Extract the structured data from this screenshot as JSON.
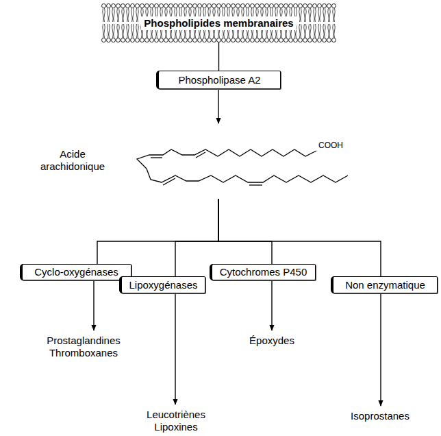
{
  "diagram": {
    "nodes": [
      {
        "text": [
          "Phospholipides membranaires"
        ]
      },
      {
        "text": [
          "Phospholipase A2"
        ]
      },
      {
        "text": [
          "Acide arachidonique"
        ]
      },
      {
        "text": [
          "Cyclo-oxygénases"
        ]
      },
      {
        "text": [
          "Lipoxygénases"
        ]
      },
      {
        "text": [
          "Cytochromes P450"
        ]
      },
      {
        "text": [
          "Non enzymatique"
        ]
      },
      {
        "text": [
          "Prostaglandines Thromboxanes"
        ]
      },
      {
        "text": [
          "Leucotriènes Lipoxines"
        ]
      },
      {
        "text": [
          "Époxydes"
        ]
      },
      {
        "text": [
          "Isoprostanes"
        ]
      }
    ],
    "edges": [
      {
        "from": 0,
        "to": 1,
        "arrow": "none"
      },
      {
        "from": 1,
        "to": 2,
        "arrow": "to"
      },
      {
        "from": 2,
        "to": 3,
        "arrow": "none"
      },
      {
        "from": 2,
        "to": 4,
        "arrow": "none"
      },
      {
        "from": 2,
        "to": 5,
        "arrow": "none"
      },
      {
        "from": 2,
        "to": 6,
        "arrow": "none"
      },
      {
        "from": 3,
        "to": 7,
        "arrow": "to"
      },
      {
        "from": 4,
        "to": 8,
        "arrow": "to"
      },
      {
        "from": 5,
        "to": 9,
        "arrow": "to"
      },
      {
        "from": 6,
        "to": 10,
        "arrow": "to"
      }
    ],
    "labels": [
      "COOH"
    ]
  }
}
